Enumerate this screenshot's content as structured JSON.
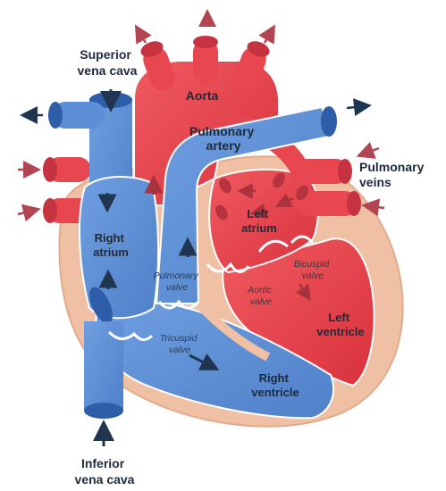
{
  "labels": {
    "superior_vena_cava": [
      "Superior",
      "vena cava"
    ],
    "aorta": "Aorta",
    "pulmonary_artery": [
      "Pulmonary",
      "artery"
    ],
    "pulmonary_veins": [
      "Pulmonary",
      "veins"
    ],
    "right_atrium": [
      "Right",
      "atrium"
    ],
    "left_atrium": [
      "Left",
      "atrium"
    ],
    "pulmonary_valve": [
      "Pulmonary",
      "valve"
    ],
    "aortic_valve": [
      "Aortic",
      "valve"
    ],
    "bicuspid_valve": [
      "Bicuspid",
      "valve"
    ],
    "left_ventricle": [
      "Left",
      "ventricle"
    ],
    "tricuspid_valve": [
      "Tricuspid",
      "valve"
    ],
    "right_ventricle": [
      "Right",
      "ventricle"
    ],
    "inferior_vena_cava": [
      "Inferior",
      "vena cava"
    ]
  },
  "colors": {
    "oxygenated_red": "#e8474f",
    "deoxygenated_blue": "#5d8fd6",
    "heart_muscle": "#efc0a4",
    "arrow_dark": "#1f3550",
    "arrow_red": "#b34552"
  }
}
